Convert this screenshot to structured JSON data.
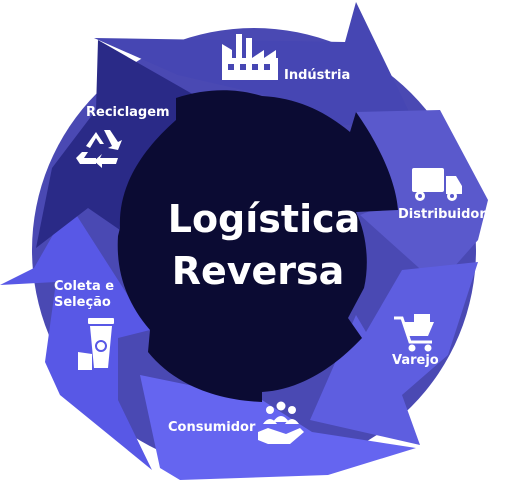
{
  "center": {
    "line1": "Logística",
    "line2": "Reversa"
  },
  "steps": [
    {
      "id": "industria",
      "label": "Indústria",
      "icon": "factory-icon"
    },
    {
      "id": "distribuidor",
      "label": "Distribuidor",
      "icon": "delivery-truck-icon"
    },
    {
      "id": "varejo",
      "label": "Varejo",
      "icon": "shopping-cart-icon"
    },
    {
      "id": "consumidor",
      "label": "Consumidor",
      "icon": "hand-with-people-icon"
    },
    {
      "id": "coleta",
      "label_line1": "Coleta e",
      "label_line2": "Seleção",
      "icon": "recycling-bin-icon"
    },
    {
      "id": "reciclagem",
      "label": "Reciclagem",
      "icon": "recycle-icon"
    }
  ],
  "colors": {
    "outer_ring": "#4a49b3",
    "center_disc": "#0b0b33",
    "arrow_top": "#4646b3",
    "arrow_right": "#5a59cc",
    "arrow_bottom_right": "#5e5ee0",
    "arrow_bottom": "#6565f0",
    "arrow_left": "#5858e6",
    "arrow_top_left": "#2a2a87",
    "label_text": "#ffffff"
  }
}
